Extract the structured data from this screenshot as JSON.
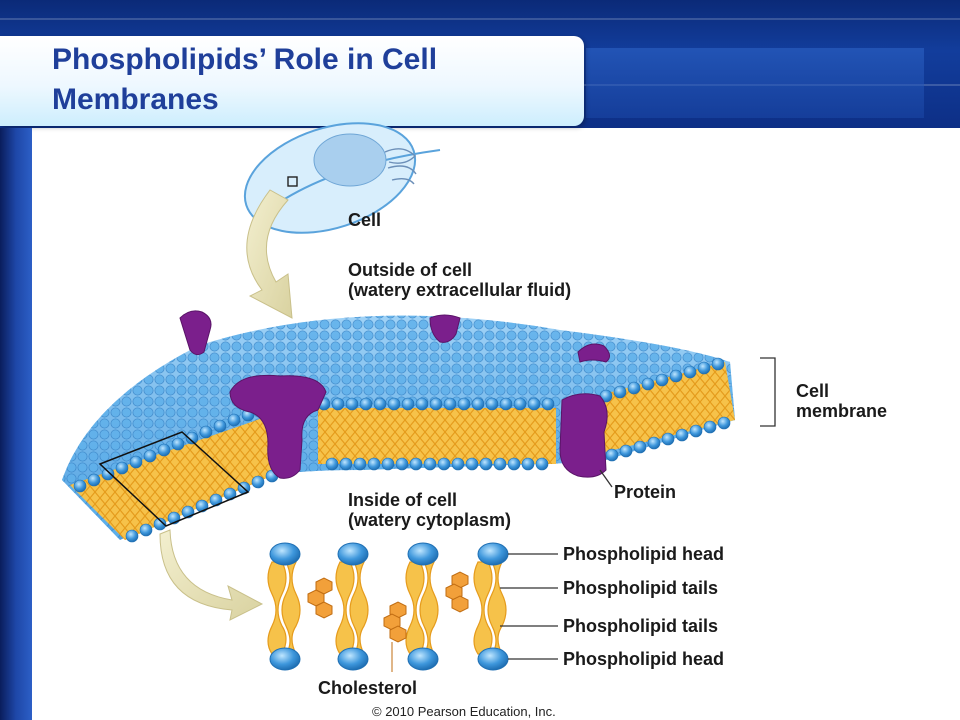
{
  "slide": {
    "title": "Phospholipids’ Role in Cell Membranes",
    "colors": {
      "header": "#123d9c",
      "title_text": "#1f3f9a",
      "membrane_head": "#4aa3e0",
      "tail": "#f2b53a",
      "protein": "#7b1f8c"
    }
  },
  "diagram": {
    "labels": {
      "cell": "Cell",
      "outside_line1": "Outside of cell",
      "outside_line2": "(watery extracellular fluid)",
      "membrane_line1": "Cell",
      "membrane_line2": "membrane",
      "protein": "Protein",
      "inside_line1": "Inside of cell",
      "inside_line2": "(watery cytoplasm)",
      "head_top": "Phospholipid head",
      "tails_top": "Phospholipid tails",
      "tails_bottom": "Phospholipid tails",
      "head_bottom": "Phospholipid head",
      "cholesterol": "Cholesterol",
      "copyright": "© 2010 Pearson Education, Inc."
    }
  }
}
